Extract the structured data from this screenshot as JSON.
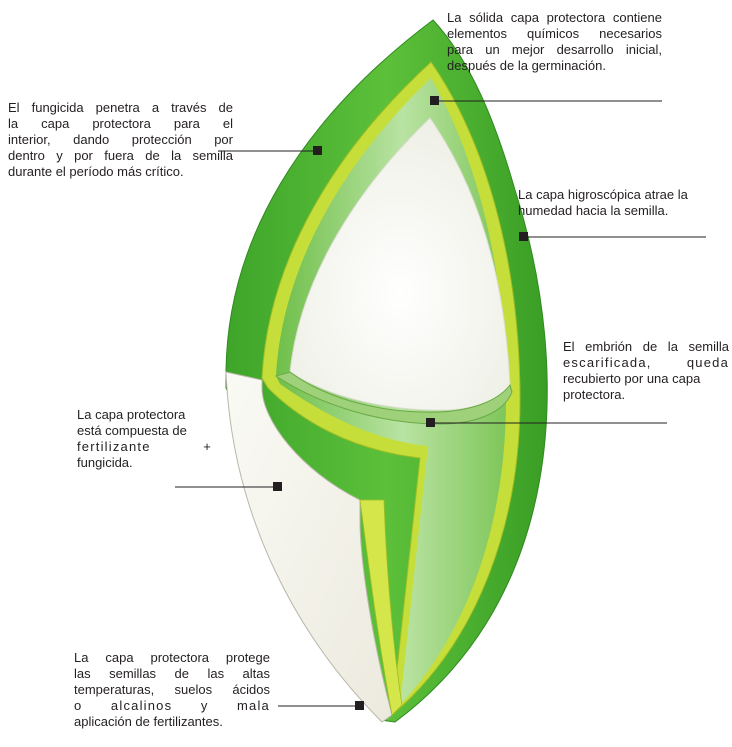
{
  "colors": {
    "outer_green": "#4cb32e",
    "outer_green_dark": "#2f8a1f",
    "inner_yellow_green": "#c6de3a",
    "mid_green": "#8fcc6a",
    "cavity": "#fbfbf7",
    "cream": "#f6f5ef",
    "line": "#231f20"
  },
  "labels": {
    "top_right": {
      "lines": [
        "La sólida capa protectora contiene",
        "elementos químicos necesarios",
        "para un mejor desarrollo inicial,",
        "después de la germinación."
      ]
    },
    "top_left": {
      "lines": [
        "El fungicida penetra a través de",
        "la capa protectora para el",
        "interior, dando protección por",
        "dentro y por fuera de la semilla",
        "durante el período más crítico."
      ]
    },
    "mid_right": {
      "lines": [
        "La capa higroscópica atrae la",
        "humedad hacia la semilla."
      ]
    },
    "embryo": {
      "lines": [
        "El embrión de la semilla",
        "escarificada, queda",
        "recubierto por una capa",
        "protectora."
      ]
    },
    "composition": {
      "lines": [
        "La capa protectora",
        "está compuesta de",
        "fertilizante +",
        "fungicida."
      ]
    },
    "bottom": {
      "lines": [
        "La capa protectora protege",
        "las semillas de las altas",
        "temperaturas, suelos ácidos",
        "o alcalinos y mala",
        "aplicación de fertilizantes."
      ]
    }
  }
}
